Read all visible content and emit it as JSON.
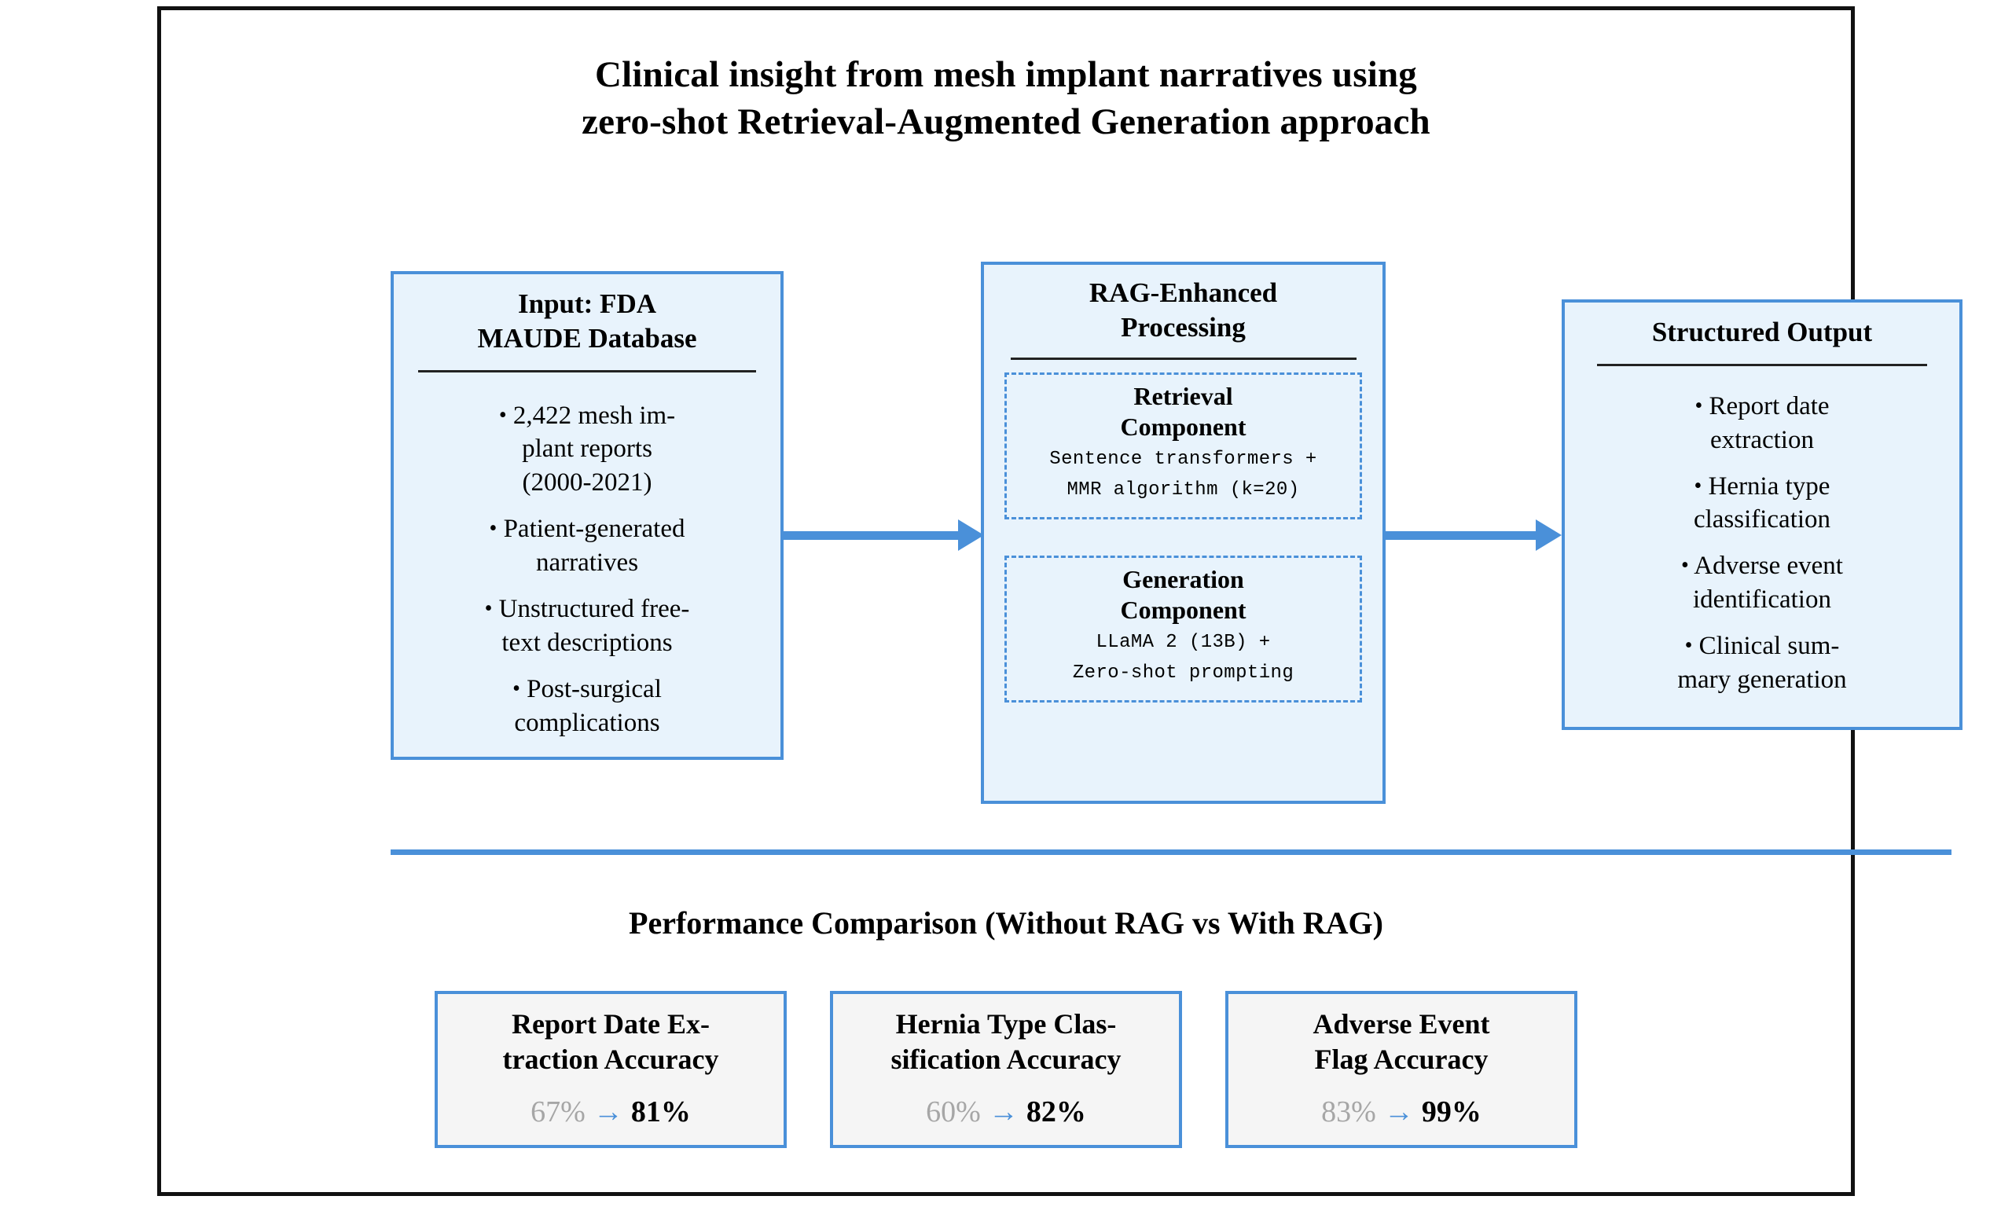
{
  "title": {
    "line1": "Clinical insight from mesh implant narratives using",
    "line2": "zero-shot Retrieval-Augmented Generation approach"
  },
  "colors": {
    "accent_blue": "#4a90d9",
    "box_fill": "#e8f3fc",
    "metric_fill": "#f5f5f5",
    "frame": "#111111",
    "muted_value": "#a6a6a6"
  },
  "flow": {
    "input_box": {
      "heading_line1": "Input: FDA",
      "heading_line2": "MAUDE Database",
      "bullets": [
        {
          "dot": "•",
          "lines": [
            "2,422 mesh im-",
            "plant reports",
            "(2000-2021)"
          ]
        },
        {
          "dot": "•",
          "lines": [
            "Patient-generated",
            "narratives"
          ]
        },
        {
          "dot": "•",
          "lines": [
            "Unstructured free-",
            "text descriptions"
          ]
        },
        {
          "dot": "•",
          "lines": [
            "Post-surgical",
            "complications"
          ]
        }
      ]
    },
    "rag_box": {
      "heading_line1": "RAG-Enhanced",
      "heading_line2": "Processing",
      "retrieval": {
        "title_line1": "Retrieval",
        "title_line2": "Component",
        "detail_line1": "Sentence transformers +",
        "detail_line2": "MMR algorithm (k=20)"
      },
      "generation": {
        "title_line1": "Generation",
        "title_line2": "Component",
        "detail_line1": "LLaMA 2 (13B) +",
        "detail_line2": "Zero-shot prompting"
      }
    },
    "output_box": {
      "heading_line1": "Structured Output",
      "bullets": [
        {
          "dot": "•",
          "lines": [
            "Report date",
            "extraction"
          ]
        },
        {
          "dot": "•",
          "lines": [
            "Hernia type",
            "classification"
          ]
        },
        {
          "dot": "•",
          "lines": [
            "Adverse event",
            "identification"
          ]
        },
        {
          "dot": "•",
          "lines": [
            "Clinical sum-",
            "mary generation"
          ]
        }
      ]
    },
    "arrow_glyph": "→"
  },
  "performance": {
    "section_title": "Performance Comparison (Without RAG vs With RAG)",
    "arrow_glyph": "→",
    "metrics": [
      {
        "title_line1": "Report Date Ex-",
        "title_line2": "traction Accuracy",
        "before": "67%",
        "after": "81%"
      },
      {
        "title_line1": "Hernia Type Clas-",
        "title_line2": "sification Accuracy",
        "before": "60%",
        "after": "82%"
      },
      {
        "title_line1": "Adverse Event",
        "title_line2": "Flag Accuracy",
        "before": "83%",
        "after": "99%"
      }
    ]
  }
}
